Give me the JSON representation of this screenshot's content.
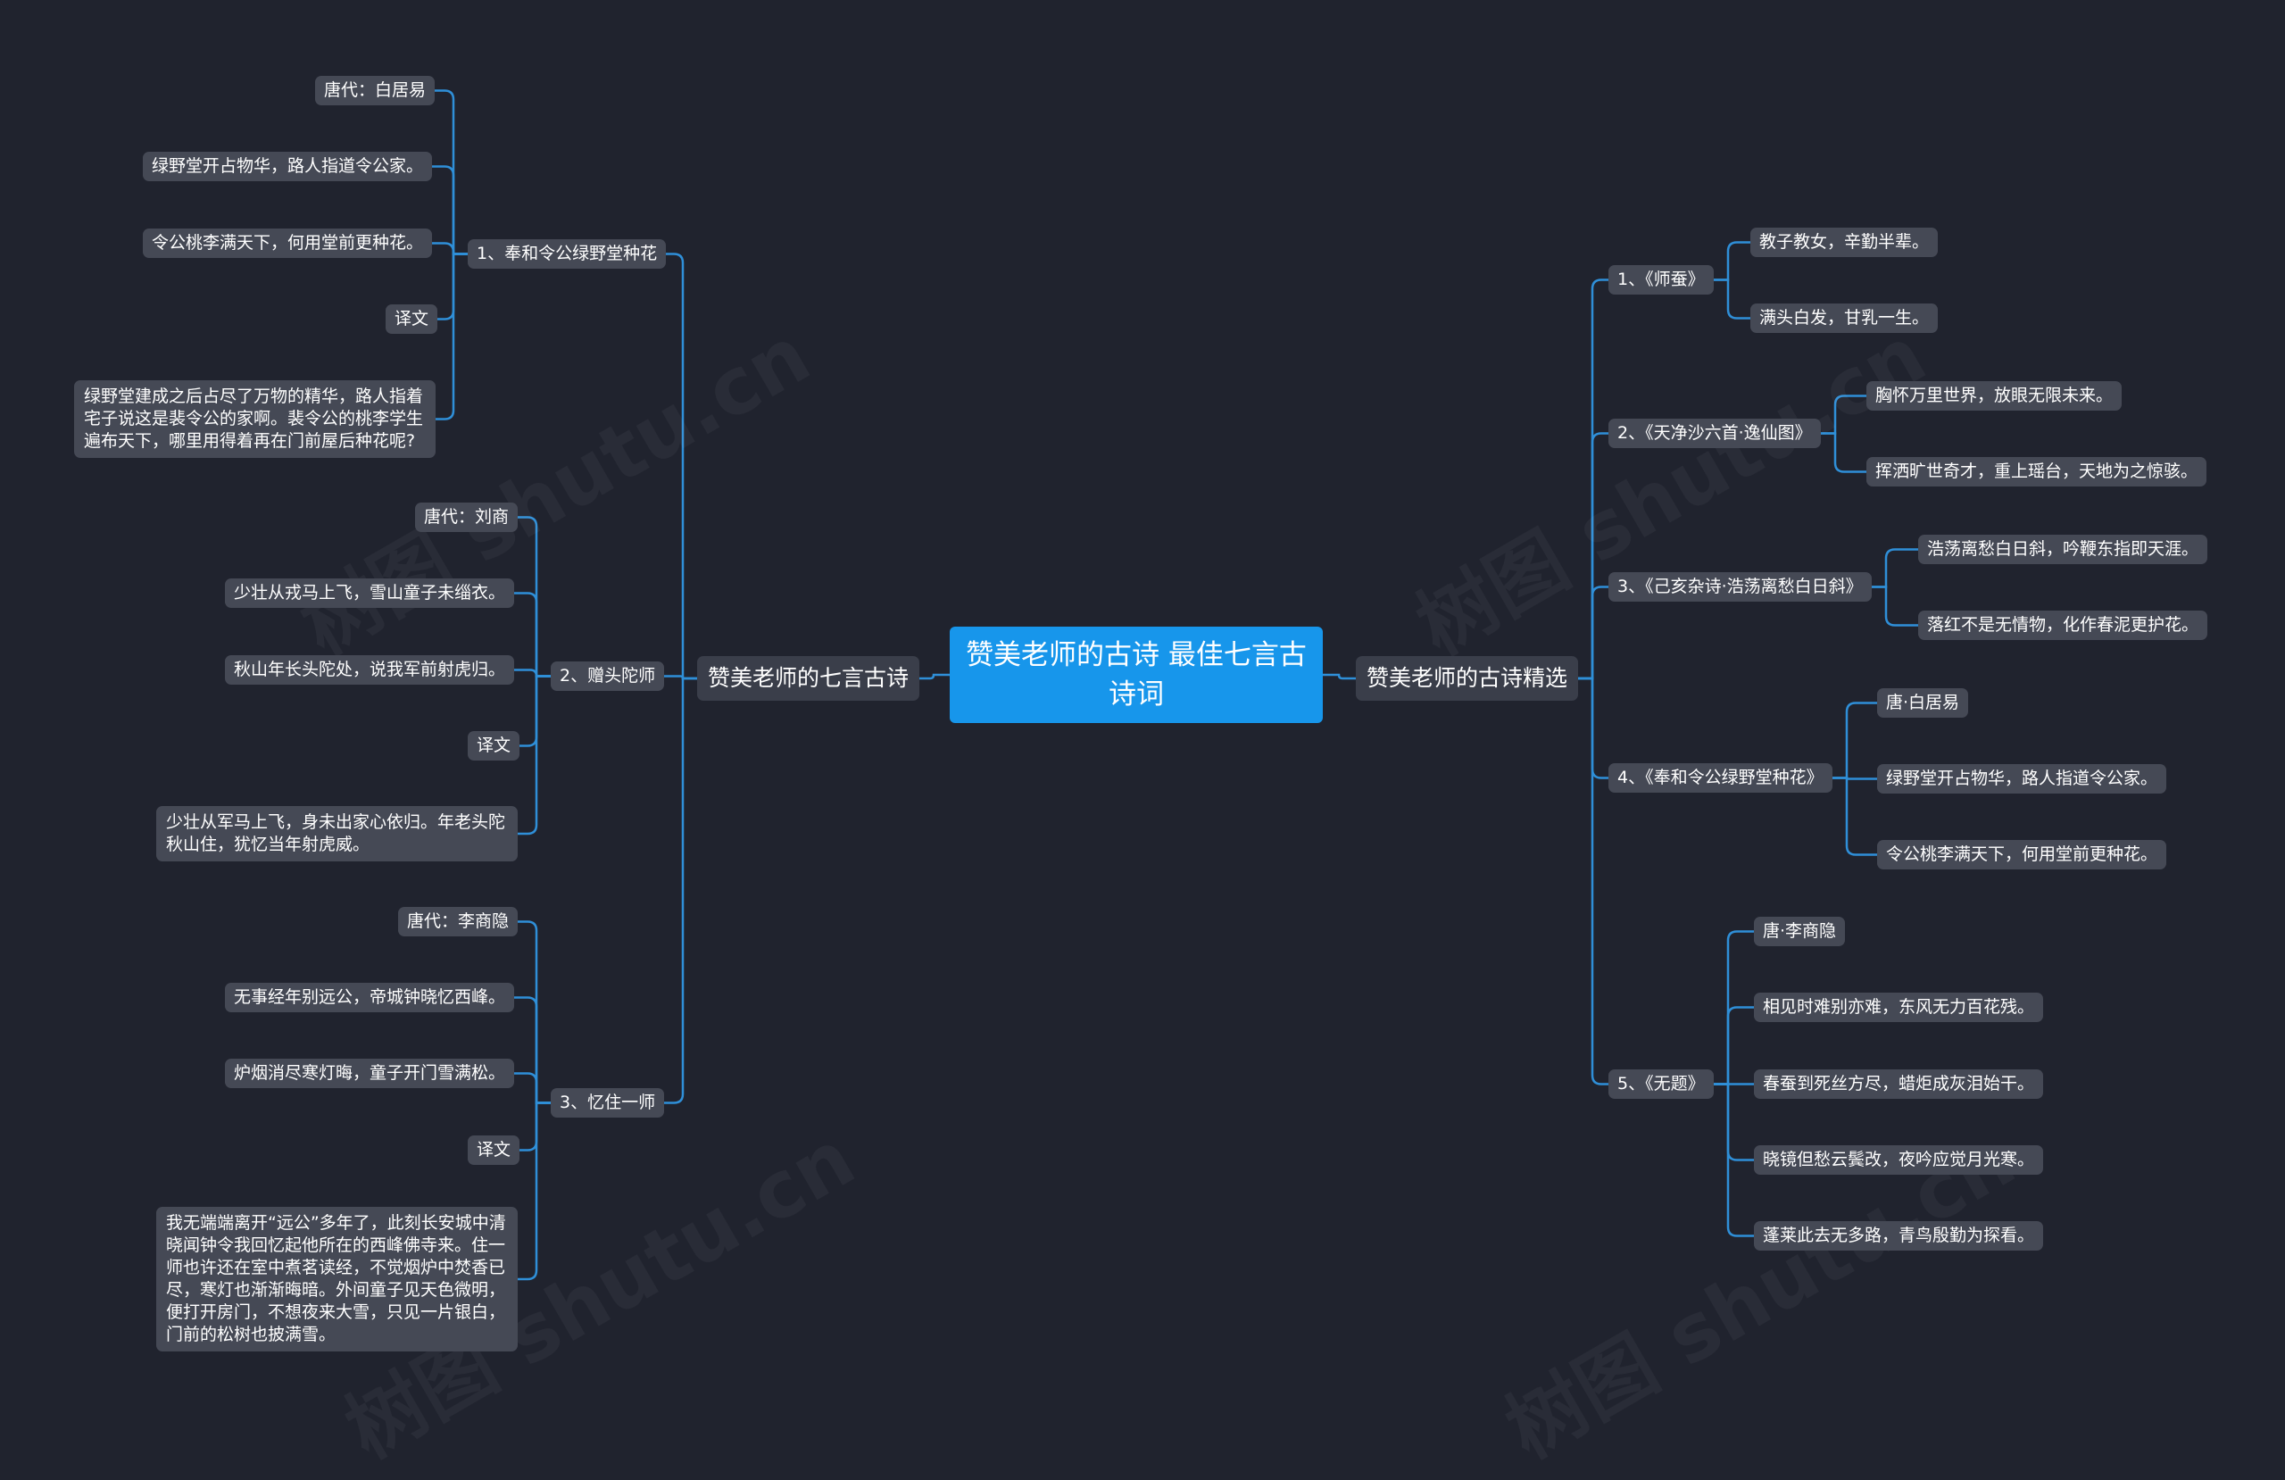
{
  "root": {
    "title": "赞美老师的古诗 最佳七言古诗词"
  },
  "left": {
    "label": "赞美老师的七言古诗",
    "groups": [
      {
        "label": "1、奉和令公绿野堂种花",
        "items": [
          "唐代：白居易",
          "绿野堂开占物华，路人指道令公家。",
          "令公桃李满天下，何用堂前更种花。",
          "译文",
          "绿野堂建成之后占尽了万物的精华，路人指着宅子说这是裴令公的家啊。裴令公的桃李学生遍布天下，哪里用得着再在门前屋后种花呢?"
        ]
      },
      {
        "label": "2、赠头陀师",
        "items": [
          "唐代：刘商",
          "少壮从戎马上飞，雪山童子未缁衣。",
          "秋山年长头陀处，说我军前射虎归。",
          "译文",
          "少壮从军马上飞，身未出家心依归。年老头陀秋山住，犹忆当年射虎威。"
        ]
      },
      {
        "label": "3、忆住一师",
        "items": [
          "唐代：李商隐",
          "无事经年别远公，帝城钟晓忆西峰。",
          "炉烟消尽寒灯晦，童子开门雪满松。",
          "译文",
          "我无端端离开“远公”多年了，此刻长安城中清晓闻钟令我回忆起他所在的西峰佛寺来。住一师也许还在室中煮茗读经，不觉烟炉中焚香已尽，寒灯也渐渐晦暗。外间童子见天色微明，便打开房门，不想夜来大雪，只见一片银白，门前的松树也披满雪。"
        ]
      }
    ]
  },
  "right": {
    "label": "赞美老师的古诗精选",
    "groups": [
      {
        "label": "1、《师蚕》",
        "items": [
          "教子教女，辛勤半辈。",
          "满头白发，甘乳一生。"
        ]
      },
      {
        "label": "2、《天净沙六首·逸仙图》",
        "items": [
          "胸怀万里世界，放眼无限未来。",
          "挥洒旷世奇才，重上瑶台，天地为之惊骇。"
        ]
      },
      {
        "label": "3、《己亥杂诗·浩荡离愁白日斜》",
        "items": [
          "浩荡离愁白日斜，吟鞭东指即天涯。",
          "落红不是无情物，化作春泥更护花。"
        ]
      },
      {
        "label": "4、《奉和令公绿野堂种花》",
        "items": [
          "唐·白居易",
          "绿野堂开占物华，路人指道令公家。",
          "令公桃李满天下，何用堂前更种花。"
        ]
      },
      {
        "label": "5、《无题》",
        "items": [
          "唐·李商隐",
          "相见时难别亦难，东风无力百花残。",
          "春蚕到死丝方尽，蜡炬成灰泪始干。",
          "晓镜但愁云鬓改，夜吟应觉月光寒。",
          "蓬莱此去无多路，青鸟殷勤为探看。"
        ]
      }
    ]
  },
  "style": {
    "line_color": "#2f8fd8",
    "root_color": "#1796eb",
    "node_color": "#454955",
    "background": "#20232e"
  }
}
